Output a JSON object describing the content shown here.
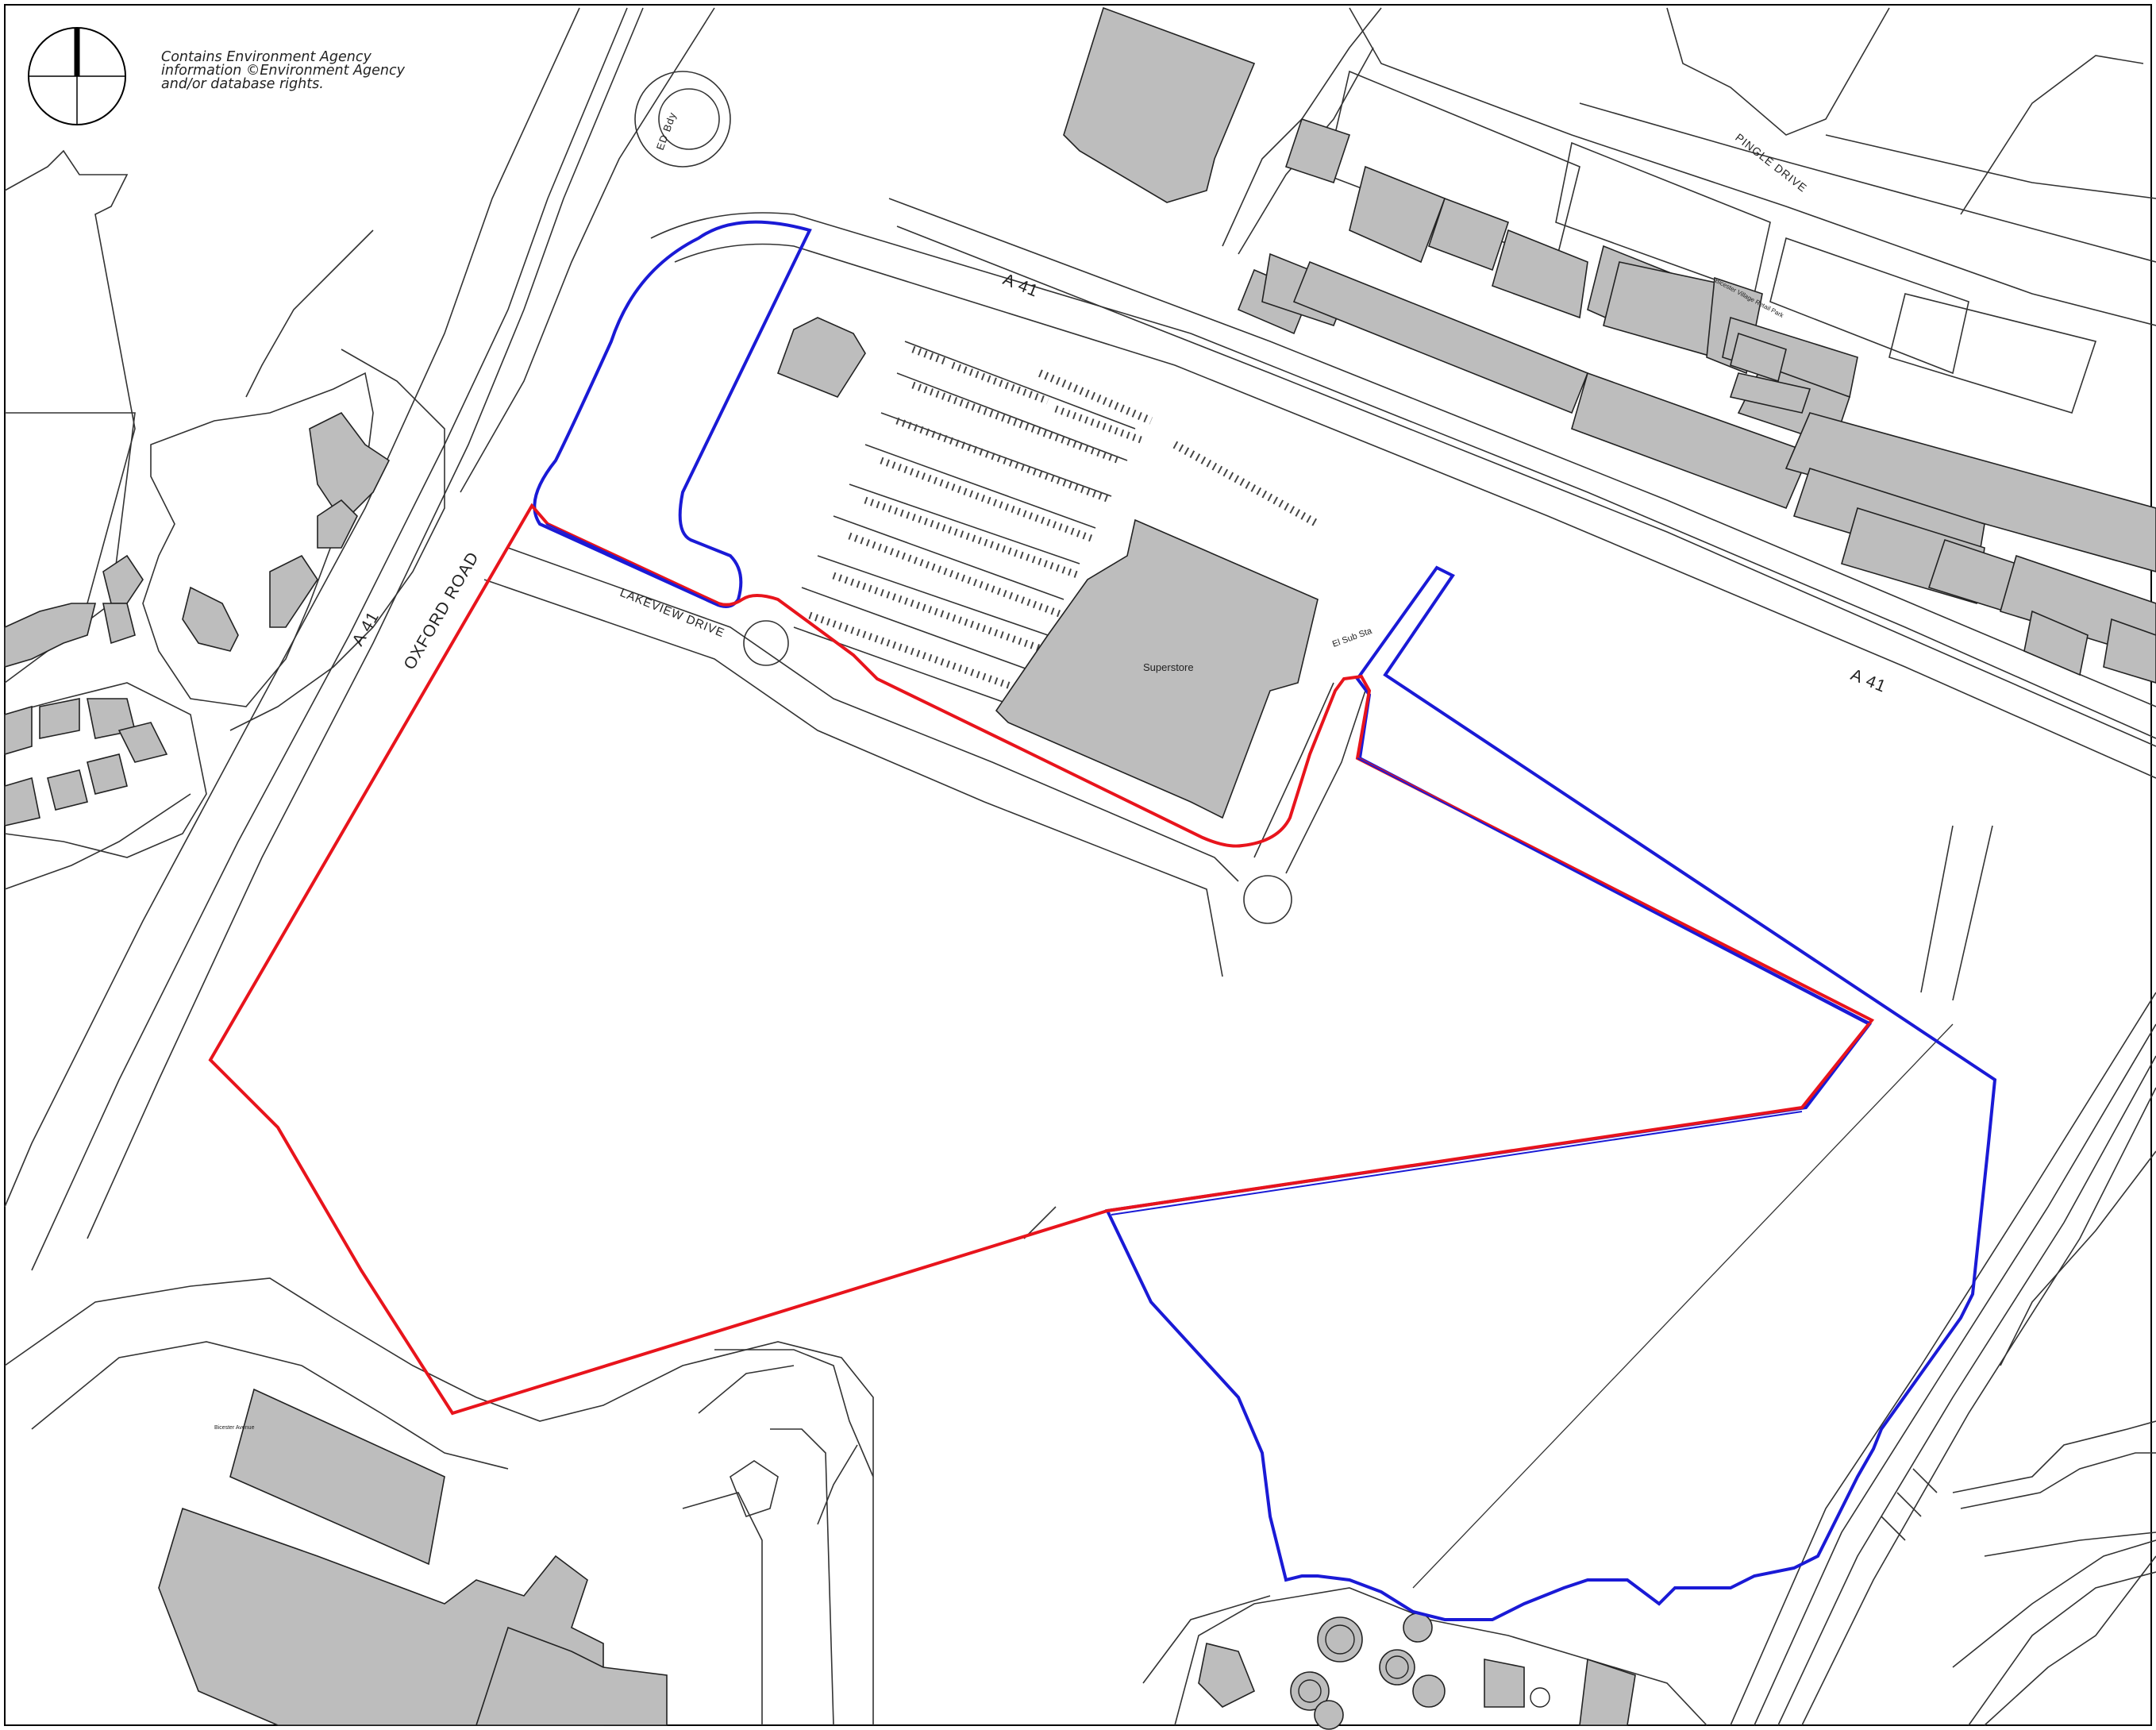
{
  "attribution": {
    "line1": "Contains Environment Agency",
    "line2": "information ©Environment Agency",
    "line3": "and/or database rights."
  },
  "road_labels": {
    "a41_north": "A 41",
    "a41_east": "A 41",
    "a41_west": "A 41",
    "oxford_road": "OXFORD ROAD",
    "lakeview_drive": "LAKEVIEW DRIVE",
    "pingle_drive": "PINGLE DRIVE",
    "roundabout_ed": "ED Bdy"
  },
  "building_labels": {
    "superstore": "Superstore",
    "el_sub_sta": "El Sub Sta",
    "retail_park": "Bicester Village Retail Park",
    "depot": "Bicester Avenue"
  },
  "boundaries": {
    "red_colour": "#e8141c",
    "blue_colour": "#1a1ad6"
  },
  "icons": {
    "north_arrow": "north-arrow-icon"
  }
}
